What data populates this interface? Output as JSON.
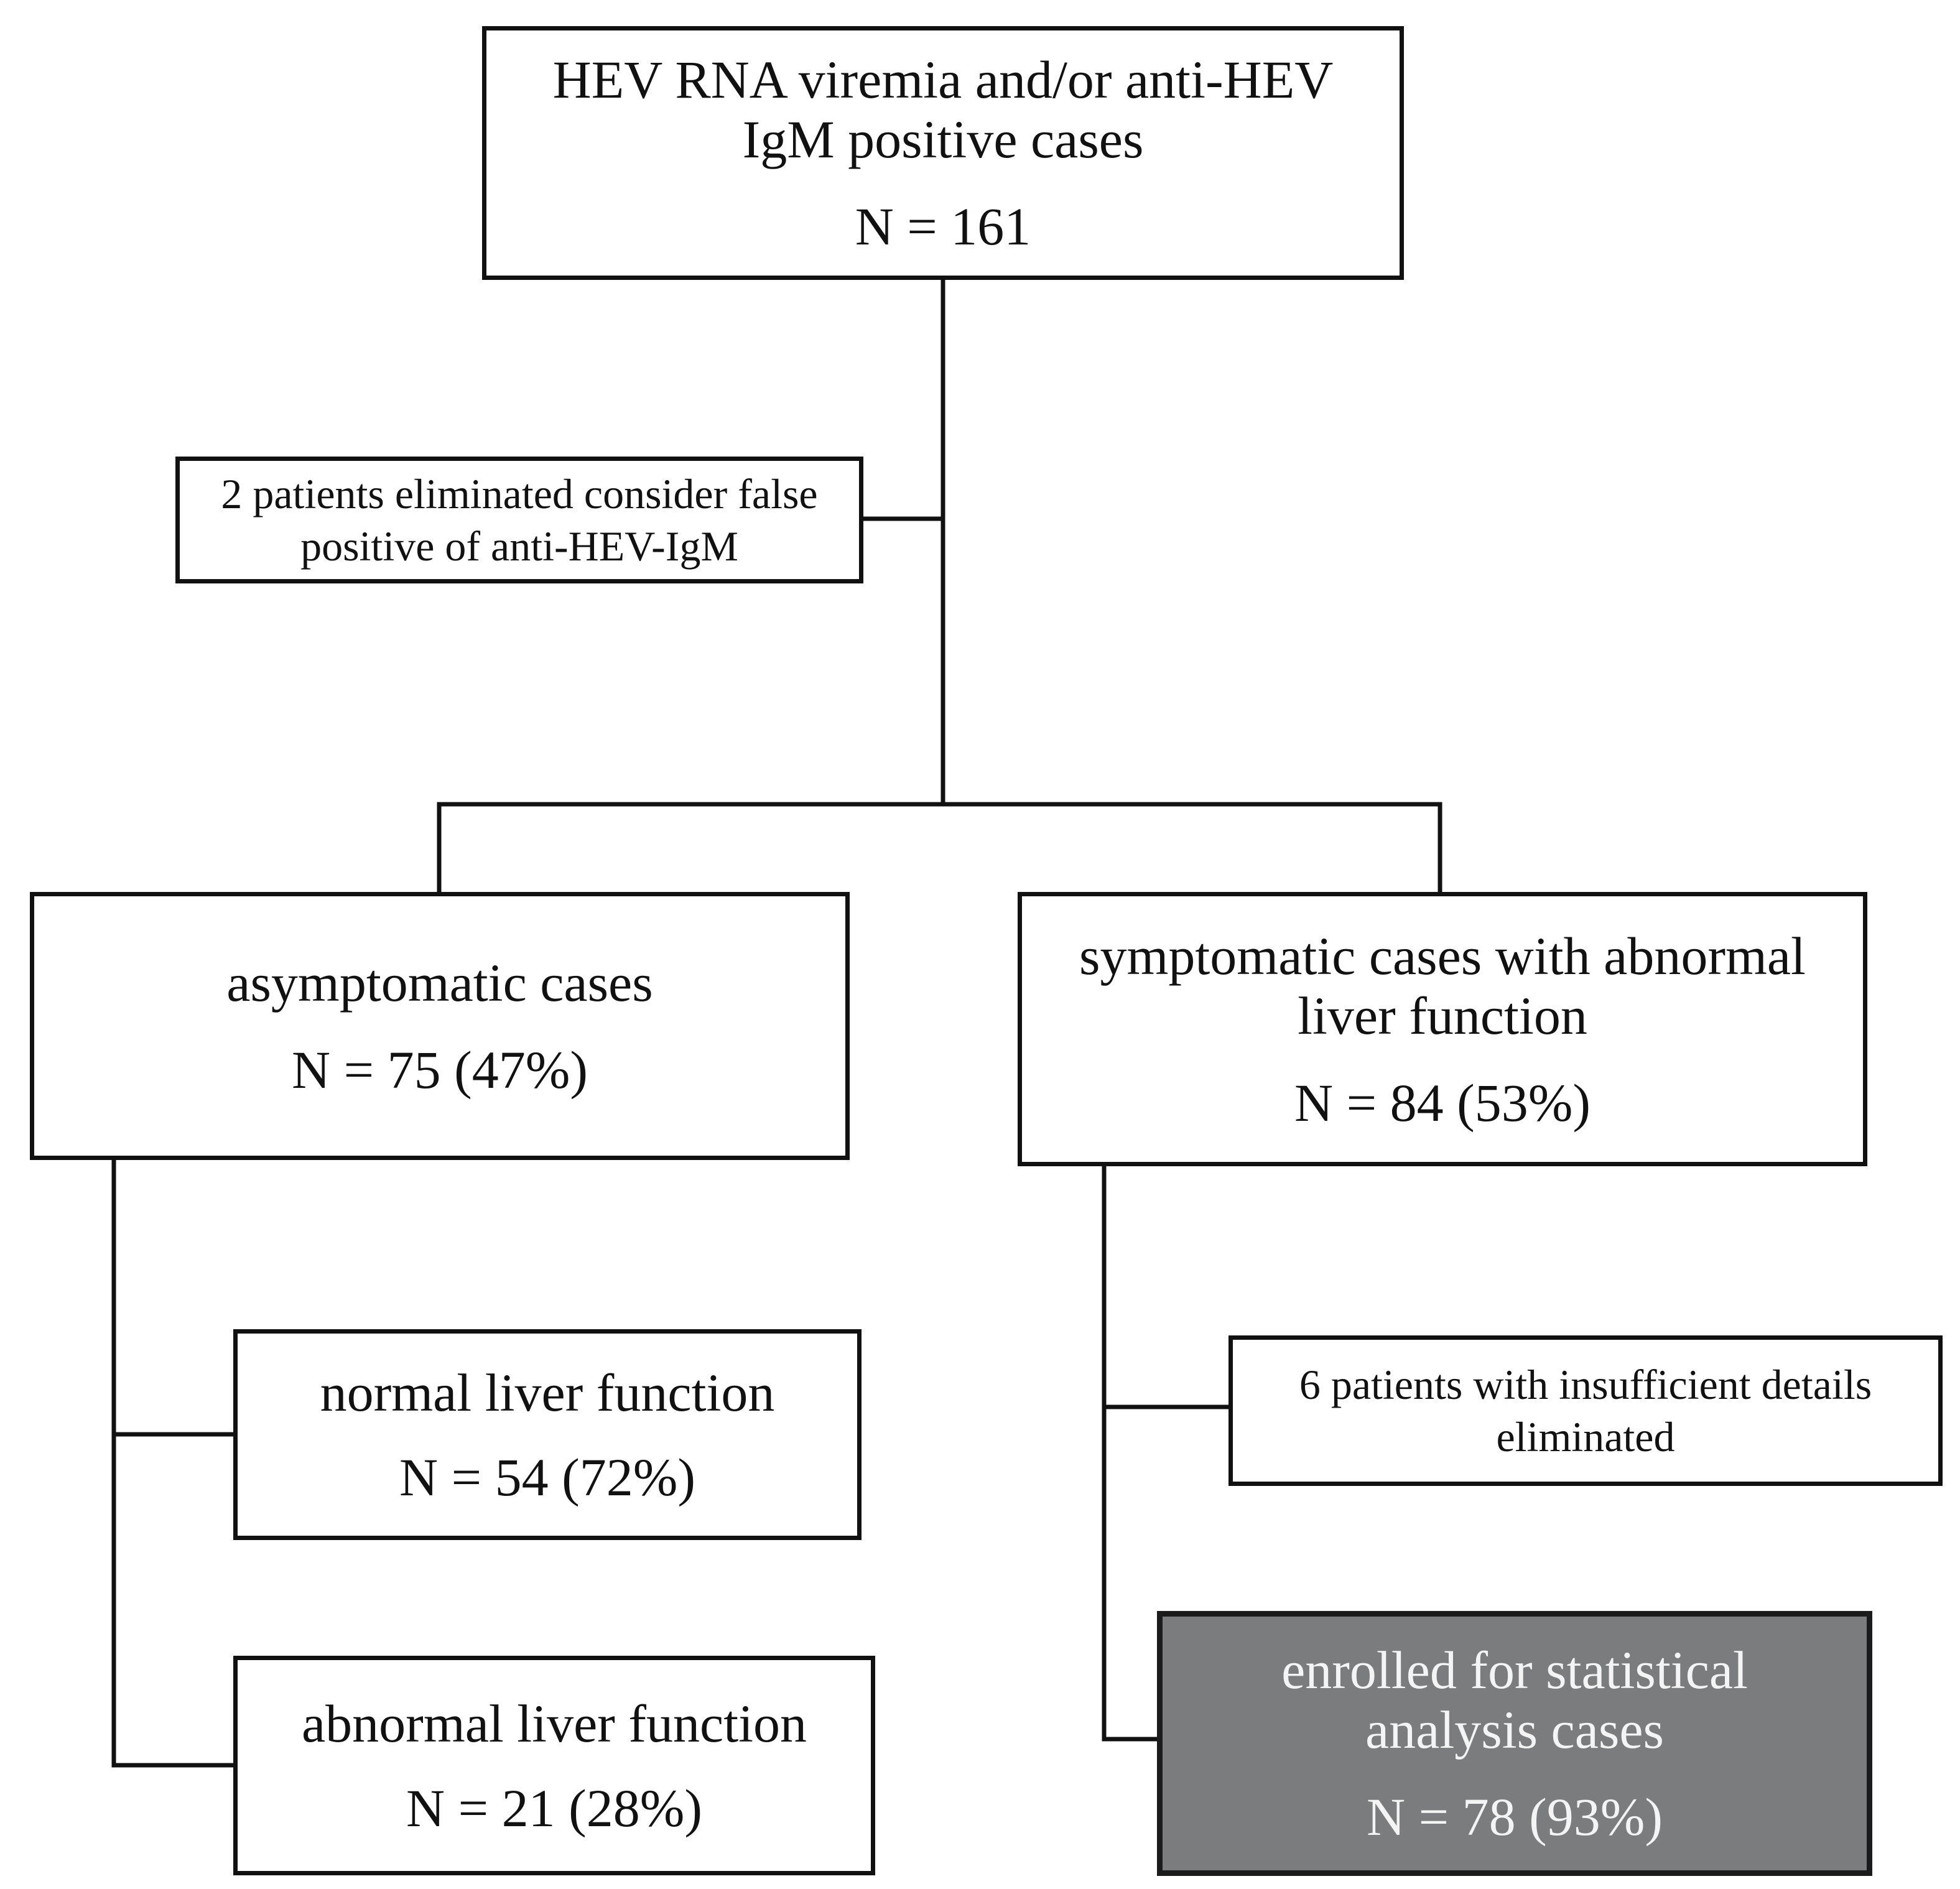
{
  "flowchart": {
    "root": {
      "title": "HEV RNA viremia and/or anti-HEV IgM positive cases",
      "count": "N = 161"
    },
    "exclusion_1": {
      "title": "2 patients eliminated consider false positive of anti-HEV-IgM"
    },
    "asymptomatic": {
      "title": "asymptomatic cases",
      "count": "N = 75 (47%)"
    },
    "symptomatic": {
      "title": "symptomatic cases with abnormal liver function",
      "count": "N = 84 (53%)"
    },
    "normal_liver": {
      "title": "normal liver function",
      "count": "N = 54 (72%)"
    },
    "abnormal_liver": {
      "title": "abnormal liver function",
      "count": "N = 21 (28%)"
    },
    "exclusion_2": {
      "title": "6 patients with insufficient details eliminated"
    },
    "enrolled": {
      "title": "enrolled for statistical analysis cases",
      "count": "N = 78 (93%)"
    }
  },
  "colors": {
    "line": "#111111",
    "box_fill": "#ffffff",
    "highlight_fill": "#7b7c7e",
    "highlight_text": "#f4f4f4"
  }
}
